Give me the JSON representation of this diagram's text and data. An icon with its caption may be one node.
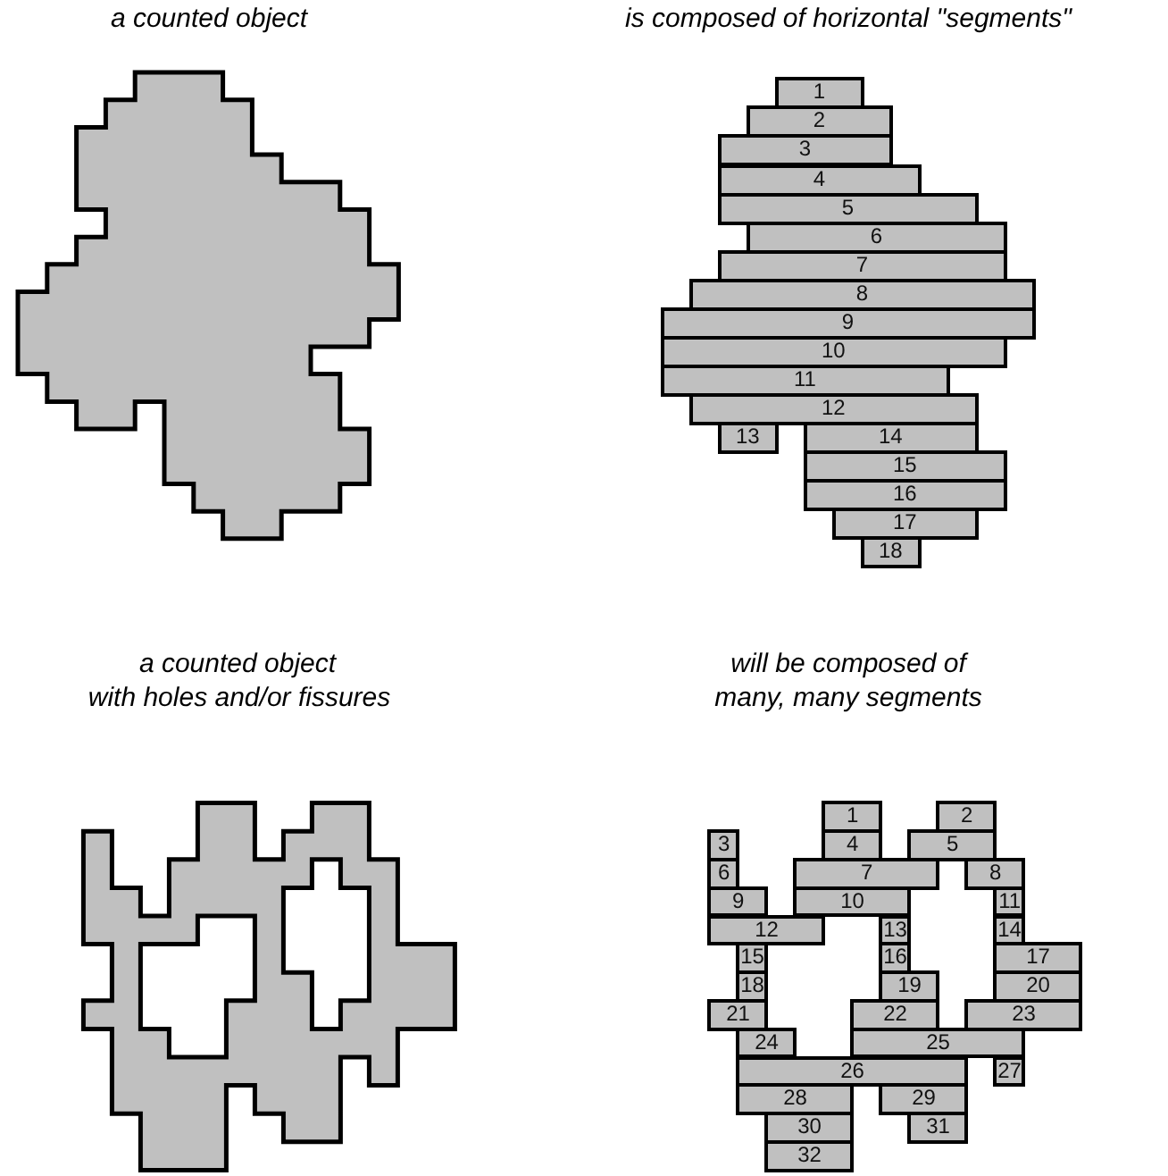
{
  "diagram": {
    "nodes": [
      {
        "text": [
          "1"
        ]
      },
      {
        "text": [
          "2"
        ]
      },
      {
        "text": [
          "3"
        ]
      },
      {
        "text": [
          "4"
        ]
      },
      {
        "text": [
          "5"
        ]
      },
      {
        "text": [
          "6"
        ]
      },
      {
        "text": [
          "7"
        ]
      },
      {
        "text": [
          "8"
        ]
      },
      {
        "text": [
          "9"
        ]
      },
      {
        "text": [
          "10"
        ]
      },
      {
        "text": [
          "11"
        ]
      },
      {
        "text": [
          "12"
        ]
      },
      {
        "text": [
          "13"
        ]
      },
      {
        "text": [
          "14"
        ]
      },
      {
        "text": [
          "15"
        ]
      },
      {
        "text": [
          "16"
        ]
      },
      {
        "text": [
          "17"
        ]
      },
      {
        "text": [
          "18"
        ]
      },
      {
        "text": [
          "1"
        ]
      },
      {
        "text": [
          "2"
        ]
      },
      {
        "text": [
          "3"
        ]
      },
      {
        "text": [
          "4"
        ]
      },
      {
        "text": [
          "5"
        ]
      },
      {
        "text": [
          "6"
        ]
      },
      {
        "text": [
          "7"
        ]
      },
      {
        "text": [
          "8"
        ]
      },
      {
        "text": [
          "9"
        ]
      },
      {
        "text": [
          "10"
        ]
      },
      {
        "text": [
          "11"
        ]
      },
      {
        "text": [
          "12"
        ]
      },
      {
        "text": [
          "13"
        ]
      },
      {
        "text": [
          "14"
        ]
      },
      {
        "text": [
          "15"
        ]
      },
      {
        "text": [
          "16"
        ]
      },
      {
        "text": [
          "17"
        ]
      },
      {
        "text": [
          "18"
        ]
      },
      {
        "text": [
          "19"
        ]
      },
      {
        "text": [
          "20"
        ]
      },
      {
        "text": [
          "21"
        ]
      },
      {
        "text": [
          "22"
        ]
      },
      {
        "text": [
          "23"
        ]
      },
      {
        "text": [
          "24"
        ]
      },
      {
        "text": [
          "25"
        ]
      },
      {
        "text": [
          "26"
        ]
      },
      {
        "text": [
          "27"
        ]
      },
      {
        "text": [
          "28"
        ]
      },
      {
        "text": [
          "29"
        ]
      },
      {
        "text": [
          "30"
        ]
      },
      {
        "text": [
          "31"
        ]
      },
      {
        "text": [
          "32"
        ]
      }
    ],
    "labels": [
      "a counted object",
      "is composed of horizontal \"segments\"",
      "a counted object",
      "with holes and/or fissures",
      "will be composed of",
      "many, many segments"
    ]
  }
}
